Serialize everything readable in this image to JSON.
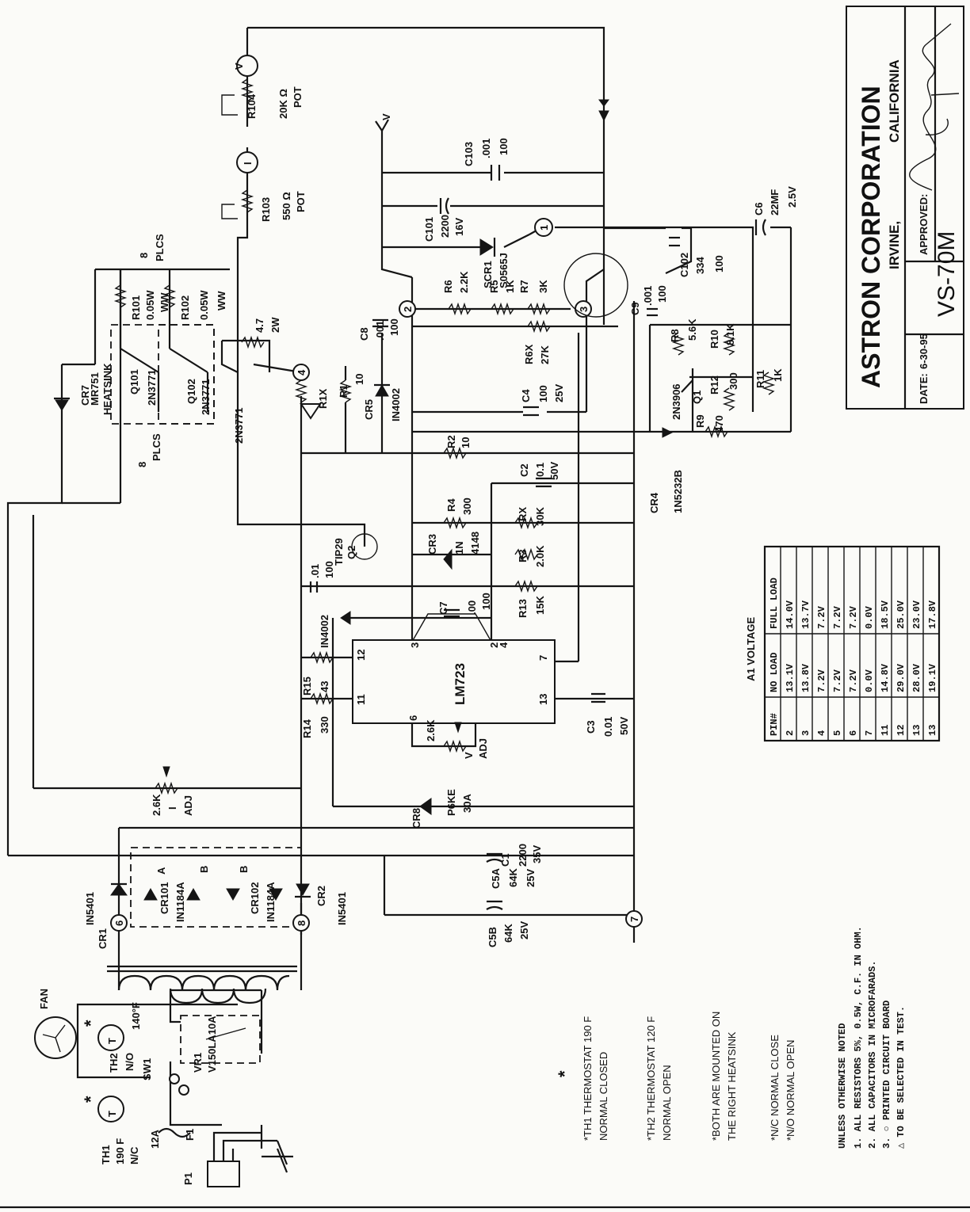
{
  "title_block": {
    "company": "ASTRON CORPORATION",
    "city": "IRVINE,",
    "state": "CALIFORNIA",
    "date_label": "DATE:",
    "date": "6-30-95",
    "approved_label": "APPROVED:",
    "model": "VS-70M"
  },
  "components": {
    "voltmeter": "V",
    "ammeter": "I",
    "terminal_v": "V",
    "r104": {
      "label": "R104",
      "value": "20K Ω",
      "type": "POT"
    },
    "r103": {
      "label": "R103",
      "value": "550 Ω",
      "type": "POT"
    },
    "c103": {
      "label": "C103",
      "value": ".001",
      "voltage": "100"
    },
    "c101": {
      "label": "C101",
      "value": "2200",
      "voltage": "16V"
    },
    "scr1": {
      "label": "SCR1",
      "part": "S0565J"
    },
    "terminal_1": "1",
    "terminal_2": "2",
    "terminal_3": "3",
    "terminal_4": "4",
    "terminal_6": "6",
    "terminal_7": "7",
    "terminal_8": "8",
    "c6": {
      "label": "C6",
      "value": "22MF",
      "voltage": "2.5V"
    },
    "c102": {
      "label": "C102",
      "value": "334",
      "voltage": "100"
    },
    "c9": {
      "label": "C9",
      "value": ".001",
      "voltage": "100"
    },
    "r101": {
      "label": "R101",
      "value": "0.05W",
      "type": "WW"
    },
    "r102": {
      "label": "R102",
      "value": "0.05W",
      "type": "WW"
    },
    "plcs_top": {
      "count": "8",
      "label": "PLCS"
    },
    "plcs_bottom": {
      "count": "8",
      "label": "PLCS"
    },
    "heatsink": {
      "label": "HEATSINK"
    },
    "cr7": {
      "label": "CR7",
      "part": "MR751"
    },
    "q101": {
      "label": "Q101",
      "part": "2N3771"
    },
    "q102": {
      "label": "Q102",
      "part": "2N3771"
    },
    "r_4_7": {
      "value": "4.7",
      "rating": "2W"
    },
    "driver": {
      "part": "2N3771"
    },
    "r6": {
      "label": "R6",
      "value": "2.2K"
    },
    "r5": {
      "label": "R5",
      "value": "1K"
    },
    "r7": {
      "label": "R7",
      "value": "3K"
    },
    "r6x": {
      "label": "R6X",
      "value": "27K"
    },
    "c8": {
      "label": "C8",
      "value": ".001",
      "voltage": "100"
    },
    "r1x": {
      "label": "R1X"
    },
    "r1": {
      "label": "R1",
      "value": "10"
    },
    "cr5": {
      "label": "CR5",
      "part": "IN4002"
    },
    "c4": {
      "label": "C4",
      "value": "100",
      "voltage": "25V"
    },
    "r2": {
      "label": "R2",
      "value": "10"
    },
    "c2": {
      "label": "C2",
      "value": "0.1",
      "voltage": "50V"
    },
    "r8": {
      "label": "R8",
      "value": "5.6K"
    },
    "r10": {
      "label": "R10",
      "value": "8.1K"
    },
    "r12": {
      "label": "R12",
      "value": "300"
    },
    "r11": {
      "label": "R11",
      "value": "1K"
    },
    "q1": {
      "label": "Q1",
      "part": "2N3906"
    },
    "r9": {
      "label": "R9",
      "value": "470"
    },
    "cr4": {
      "label": "CR4",
      "part": "1N5232B"
    },
    "cr3": {
      "label": "CR3",
      "part_a": "1N",
      "part_b": "4148"
    },
    "r4": {
      "label": "R4",
      "value": "300"
    },
    "rx": {
      "label": "RX",
      "value": "30K"
    },
    "r3": {
      "label": "R3",
      "value": "2.0K"
    },
    "c7": {
      "label": "C7",
      "value": ".00",
      "voltage": "100"
    },
    "r13": {
      "label": "R13",
      "value": "15K"
    },
    "q2": {
      "label": "Q2",
      "part": "TIP29"
    },
    "c_01": {
      "value": ".01",
      "voltage": "100"
    },
    "lm723": {
      "label": "LM723",
      "pin12": "12",
      "pin11": "11",
      "pin3": "3",
      "pin2": "2",
      "pin4": "4",
      "pin7": "7",
      "pin13": "13",
      "pin6": "6"
    },
    "r15": {
      "label": "R15",
      "value": "43"
    },
    "r14": {
      "label": "R14",
      "value": "330"
    },
    "d_in4002_mid": {
      "part": "IN4002"
    },
    "v_adj": {
      "value": "2.6K",
      "v": "V",
      "adj": "ADJ"
    },
    "c3": {
      "label": "C3",
      "value": "0.01",
      "voltage": "50V"
    },
    "i_adj": {
      "value": "2.6K",
      "i": "I",
      "adj": "ADJ"
    },
    "cr8": {
      "label": "CR8",
      "part": "P6KE",
      "rating": "30A"
    },
    "cr1": {
      "label": "CR1",
      "part": "IN5401"
    },
    "cr101": {
      "label": "CR101",
      "part": "IN1184A",
      "pin_a": "A",
      "pin_b": "B"
    },
    "cr102": {
      "label": "CR102",
      "part": "IN1184A",
      "pin_b": "B"
    },
    "cr2": {
      "label": "CR2",
      "part": "IN5401"
    },
    "c1": {
      "label": "C1",
      "value": "2200",
      "voltage": "35V"
    },
    "c5a": {
      "label": "C5A",
      "value": "64K",
      "voltage": "25V"
    },
    "c5b": {
      "label": "C5B",
      "value": "64K",
      "voltage": "25V"
    },
    "vr1": {
      "label": "VR1",
      "part": "V150LA10A"
    },
    "fan": "FAN",
    "th2": {
      "label": "TH2",
      "state": "N/O",
      "temp": "140°F",
      "symbol": "T",
      "star": "*"
    },
    "sw1": "SW1",
    "th1": {
      "label": "TH1",
      "temp": "190 F",
      "state": "N/C",
      "symbol": "T",
      "star": "*"
    },
    "f1": {
      "label": "F1",
      "rating": "12A"
    },
    "p1": "P1"
  },
  "notes": {
    "star": "*",
    "th1_line1": "*TH1 THERMOSTAT 190 F",
    "th1_line2": "NORMAL CLOSED",
    "th2_line1": "*TH2 THERMOSTAT 120 F",
    "th2_line2": "NORMAL OPEN",
    "both_line1": "*BOTH ARE MOUNTED ON",
    "both_line2": "THE RIGHT HEATSINK",
    "nc": "*N/C NORMAL CLOSE",
    "no": "*N/O NORMAL OPEN",
    "unless": "UNLESS OTHERWISE NOTED",
    "n1": "1. ALL RESISTORS 5%, 0.5W, C.F. IN OHM.",
    "n2": "2. ALL CAPACITORS IN MICROFARADS.",
    "n3": "3. ○ PRINTED CIRCUIT BOARD",
    "n4": "△ TO BE SELECTED IN TEST."
  },
  "voltage_table": {
    "title": "A1 VOLTAGE",
    "headers": [
      "PIN#",
      "NO LOAD",
      "FULL LOAD"
    ],
    "rows": [
      [
        "2",
        "13.1V",
        "14.0V"
      ],
      [
        "3",
        "13.8V",
        "13.7V"
      ],
      [
        "4",
        "7.2V",
        "7.2V"
      ],
      [
        "5",
        "7.2V",
        "7.2V"
      ],
      [
        "6",
        "7.2V",
        "7.2V"
      ],
      [
        "7",
        "0.0V",
        "0.0V"
      ],
      [
        "11",
        "14.8V",
        "18.5V"
      ],
      [
        "12",
        "29.0V",
        "25.0V"
      ],
      [
        "13",
        "28.0V",
        "23.0V"
      ],
      [
        "13",
        "19.1V",
        "17.8V"
      ]
    ]
  }
}
